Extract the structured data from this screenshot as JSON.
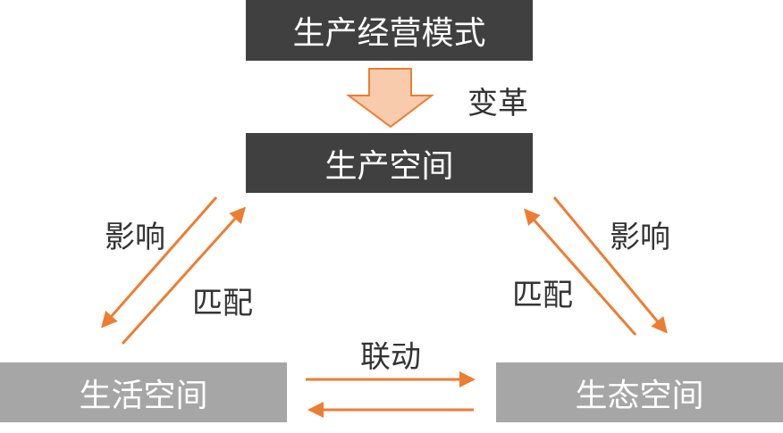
{
  "nodes": {
    "mode": "生产经营模式",
    "production": "生产空间",
    "living": "生活空间",
    "ecological": "生态空间"
  },
  "labels": {
    "reform": "变革",
    "influence_left": "影响",
    "match_left": "匹配",
    "influence_right": "影响",
    "match_right": "匹配",
    "linkage": "联动"
  },
  "colors": {
    "dark_box": "#404040",
    "gray_box": "#a6a6a6",
    "arrow": "#ed7d31",
    "block_arrow_fill": "#f8cbad"
  }
}
